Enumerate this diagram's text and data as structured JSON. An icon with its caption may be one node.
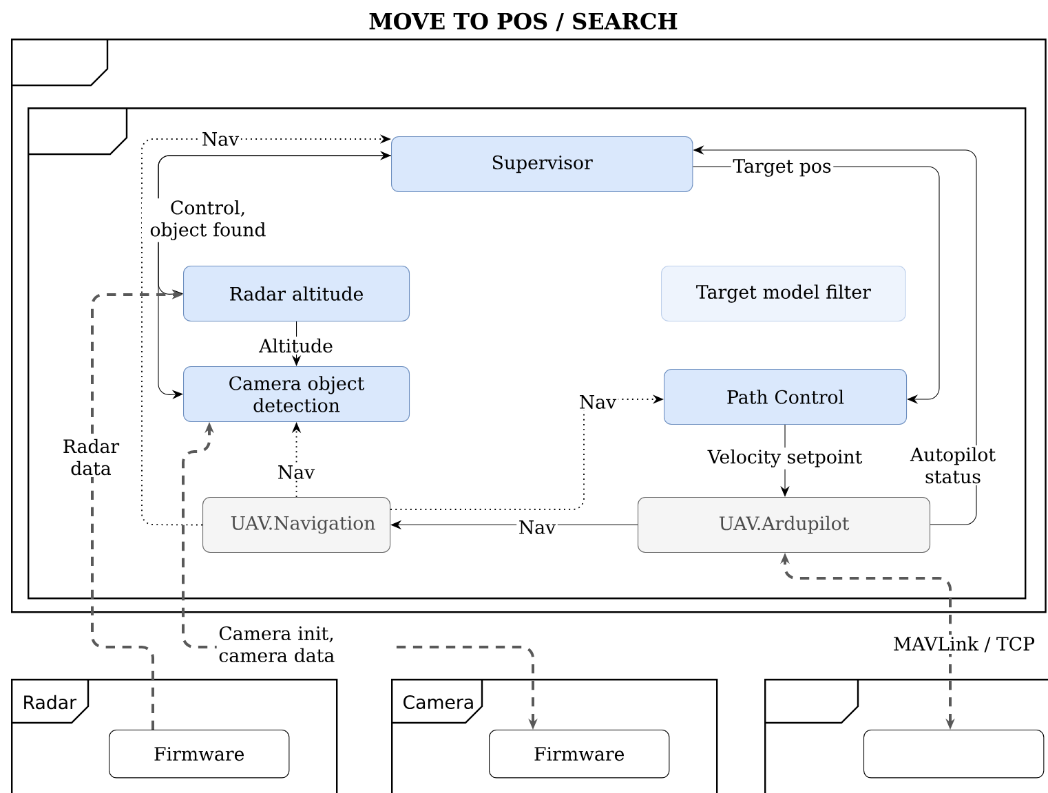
{
  "diagram": {
    "title": "MOVE TO POS / SEARCH",
    "nodes": [
      {
        "text": [],
        "shape": "box"
      },
      {
        "text": [],
        "shape": "box",
        "in": 0
      },
      {
        "text": [
          "Supervisor"
        ],
        "in": 1
      },
      {
        "text": [
          "Radar altitude"
        ],
        "in": 1
      },
      {
        "text": [
          "Target model filter"
        ],
        "in": 1
      },
      {
        "text": [
          "Camera object detection"
        ],
        "in": 1
      },
      {
        "text": [
          "Path Control"
        ],
        "in": 1
      },
      {
        "text": [
          "UAV.Navigation"
        ],
        "in": 1
      },
      {
        "text": [
          "UAV.Ardupilot"
        ],
        "in": 1
      },
      {
        "text": [
          "Radar"
        ]
      },
      {
        "text": [
          "Firmware"
        ],
        "in": 9
      },
      {
        "text": [
          "Camera"
        ]
      },
      {
        "text": [
          "Firmware"
        ],
        "in": 11
      },
      {
        "text": [],
        "shape": "box"
      },
      {
        "text": [],
        "shape": "box",
        "in": 13
      }
    ],
    "edges": [
      {
        "from": 7,
        "to": 2,
        "arrow": "to",
        "label": "Nav",
        "style": "dashed"
      },
      {
        "from": 5,
        "to": 2,
        "arrow": "both",
        "label": "Control, object found"
      },
      {
        "from": 2,
        "to": 3,
        "arrow": "to"
      },
      {
        "from": 3,
        "to": 5,
        "arrow": "to",
        "label": "Altitude"
      },
      {
        "from": 7,
        "to": 5,
        "arrow": "to",
        "label": "Nav",
        "style": "dashed"
      },
      {
        "from": 7,
        "to": 6,
        "arrow": "to",
        "label": "Nav",
        "style": "dashed"
      },
      {
        "from": 2,
        "to": 6,
        "arrow": "to",
        "label": "Target pos"
      },
      {
        "from": 6,
        "to": 8,
        "arrow": "to",
        "label": "Velocity setpoint"
      },
      {
        "from": 8,
        "to": 2,
        "arrow": "to",
        "label": "Autopilot status"
      },
      {
        "from": 8,
        "to": 7,
        "arrow": "to",
        "label": "Nav"
      },
      {
        "from": 10,
        "to": 3,
        "arrow": "to",
        "label": "Radar data",
        "style": "dashed",
        "color": "#595959"
      },
      {
        "from": 12,
        "to": 5,
        "arrow": "both",
        "label": "Camera init, camera data",
        "style": "dashed",
        "color": "#595959"
      },
      {
        "from": 14,
        "to": 8,
        "arrow": "both",
        "label": "MAVLink / TCP",
        "style": "dashed",
        "color": "#595959"
      }
    ]
  }
}
